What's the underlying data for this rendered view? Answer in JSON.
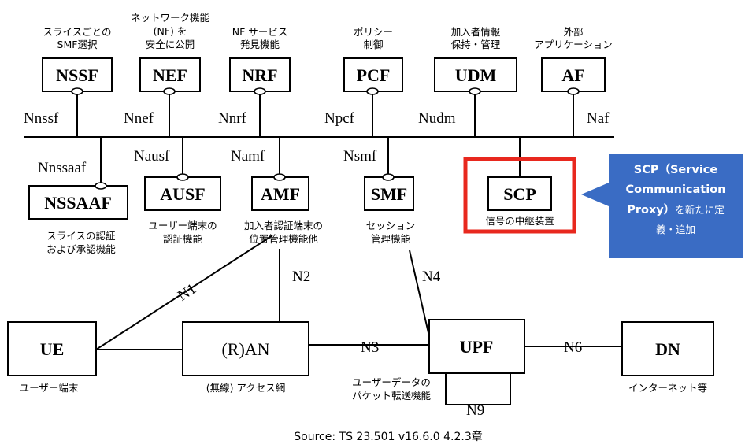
{
  "functions": {
    "nssf": {
      "label": "NSSF",
      "desc": [
        "スライスごとの",
        "SMF選択"
      ]
    },
    "nef": {
      "label": "NEF",
      "desc": [
        "ネットワーク機能",
        "(NF) を",
        "安全に公開"
      ]
    },
    "nrf": {
      "label": "NRF",
      "desc": [
        "NF サービス",
        "発見機能"
      ]
    },
    "pcf": {
      "label": "PCF",
      "desc": [
        "ポリシー",
        "制御"
      ]
    },
    "udm": {
      "label": "UDM",
      "desc": [
        "加入者情報",
        "保持・管理"
      ]
    },
    "af": {
      "label": "AF",
      "desc": [
        "外部",
        "アプリケーション"
      ]
    },
    "nssaaf": {
      "label": "NSSAAF",
      "desc": [
        "スライスの認証",
        "および承認機能"
      ]
    },
    "ausf": {
      "label": "AUSF",
      "desc": [
        "ユーザー端末の",
        "認証機能"
      ]
    },
    "amf": {
      "label": "AMF",
      "desc": [
        "加入者認証端末の",
        "位置管理機能他"
      ]
    },
    "smf": {
      "label": "SMF",
      "desc": [
        "セッション",
        "管理機能"
      ]
    },
    "scp": {
      "label": "SCP",
      "desc": [
        "信号の中継装置"
      ]
    },
    "ue": {
      "label": "UE",
      "desc": [
        "ユーザー端末"
      ]
    },
    "ran": {
      "label": "(R)AN",
      "desc": [
        "(無線) アクセス網"
      ]
    },
    "upf": {
      "label": "UPF",
      "desc": [
        "ユーザーデータの",
        "パケット転送機能"
      ]
    },
    "dn": {
      "label": "DN",
      "desc": [
        "インターネット等"
      ]
    }
  },
  "interfaces": {
    "nnssf": "Nnssf",
    "nnef": "Nnef",
    "nnrf": "Nnrf",
    "npcf": "Npcf",
    "nudm": "Nudm",
    "naf": "Naf",
    "nnssaaf": "Nnssaaf",
    "nausf": "Nausf",
    "namf": "Namf",
    "nsmf": "Nsmf",
    "n1": "N1",
    "n2": "N2",
    "n3": "N3",
    "n4": "N4",
    "n6": "N6",
    "n9": "N9"
  },
  "callout": {
    "line1": "SCP（Service",
    "line2": "Communication",
    "line3a": "Proxy）",
    "line3b": "を新たに定",
    "line4": "義・追加",
    "highlight_color": "#e8281e",
    "fill_color": "#3a6cc4"
  },
  "source": "Source: TS 23.501 v16.6.0 4.2.3章"
}
